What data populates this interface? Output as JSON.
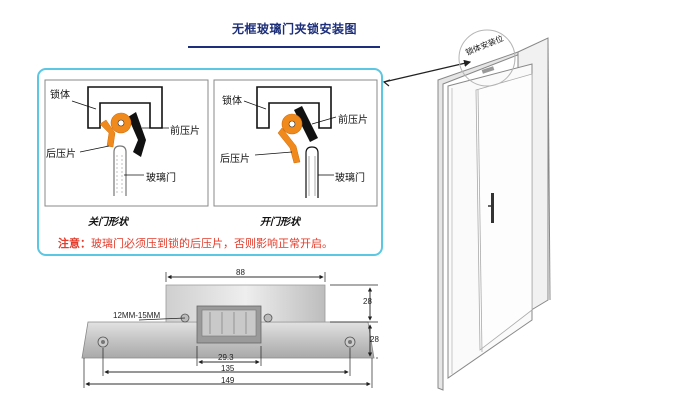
{
  "title": "无框玻璃门夹锁安装图",
  "frame_label": "锁体安装位",
  "closed_diagram": {
    "lock_body": "锁体",
    "front_plate": "前压片",
    "rear_plate": "后压片",
    "glass_door": "玻璃门",
    "mode_label": "关门形状"
  },
  "open_diagram": {
    "lock_body": "锁体",
    "front_plate": "前压片",
    "rear_plate": "后压片",
    "glass_door": "玻璃门",
    "mode_label": "开门形状"
  },
  "note": {
    "prefix": "注意：",
    "text": "玻璃门必须压到锁的后压片，否则影响正常开启。"
  },
  "dimensions": {
    "top_width": "88",
    "upper_height": "28",
    "lower_height": "28",
    "glass_thickness": "12MM-15MM",
    "inner_width": "29.3",
    "hole_spacing": "135",
    "total_width": "149"
  },
  "colors": {
    "panel_border": "#5bc7e3",
    "accent_orange": "#f08a1c",
    "title_blue": "#1d2f7a",
    "note_red": "#e23b2a"
  }
}
